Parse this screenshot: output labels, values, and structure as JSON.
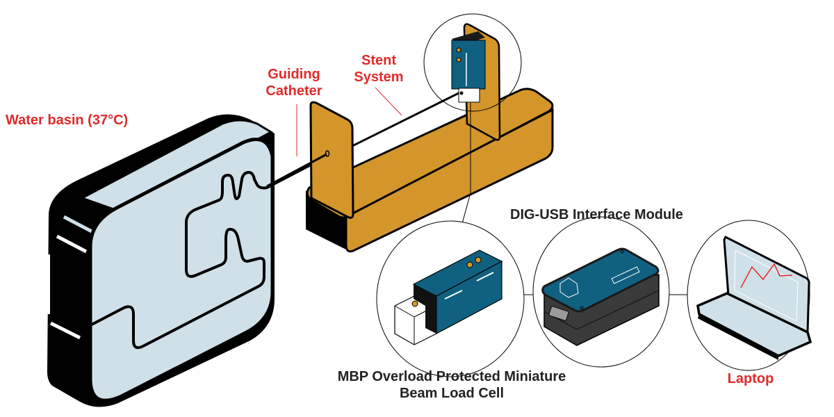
{
  "labels": {
    "water_basin": "Water basin (37°C)",
    "guiding_catheter_line1": "Guiding",
    "guiding_catheter_line2": "Catheter",
    "stent_system_line1": "Stent",
    "stent_system_line2": "System",
    "dig_usb": "DIG-USB Interface Module",
    "load_cell_line1": "MBP Overload Protected Miniature",
    "load_cell_line2": "Beam Load Cell",
    "laptop": "Laptop"
  },
  "colors": {
    "label_red": "#e02a2a",
    "label_dark": "#222222",
    "water": "#cfe0e8",
    "fixture_orange": "#d4962a",
    "sensor_blue": "#10607f",
    "module_dark": "#3a3a3a"
  },
  "components": [
    {
      "id": "water-basin",
      "label_key": "water_basin"
    },
    {
      "id": "guiding-catheter",
      "label_key": "guiding_catheter"
    },
    {
      "id": "stent-system",
      "label_key": "stent_system"
    },
    {
      "id": "load-cell",
      "label_key": "load_cell"
    },
    {
      "id": "dig-usb-module",
      "label_key": "dig_usb"
    },
    {
      "id": "laptop",
      "label_key": "laptop"
    }
  ],
  "connections": [
    [
      "water-basin",
      "guiding-catheter"
    ],
    [
      "guiding-catheter",
      "stent-system"
    ],
    [
      "stent-system",
      "load-cell"
    ],
    [
      "load-cell",
      "dig-usb-module"
    ],
    [
      "dig-usb-module",
      "laptop"
    ]
  ]
}
